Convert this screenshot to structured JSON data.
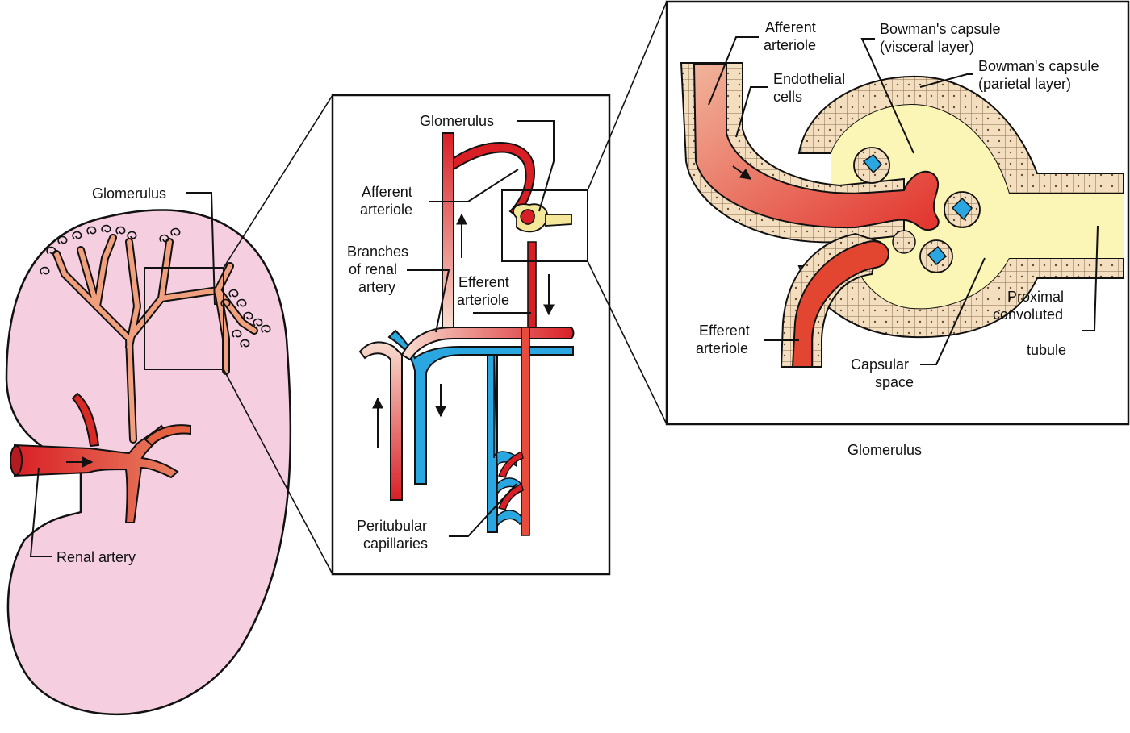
{
  "panel1": {
    "glomerulus": "Glomerulus",
    "renal_artery": "Renal artery"
  },
  "panel2": {
    "glomerulus": "Glomerulus",
    "afferent_1": "Afferent",
    "afferent_2": "arteriole",
    "branches_1": "Branches",
    "branches_2": "of renal",
    "branches_3": "artery",
    "efferent_1": "Efferent",
    "efferent_2": "arteriole",
    "peritubular_1": "Peritubular",
    "peritubular_2": "capillaries"
  },
  "panel3": {
    "afferent_1": "Afferent",
    "afferent_2": "arteriole",
    "endothelial_1": "Endothelial",
    "endothelial_2": "cells",
    "visceral_1": "Bowman's capsule",
    "visceral_2": "(visceral layer)",
    "parietal_1": "Bowman's capsule",
    "parietal_2": "(parietal layer)",
    "efferent_1": "Efferent",
    "efferent_2": "arteriole",
    "capsular_1": "Capsular",
    "capsular_2": "space",
    "pct_1": "Proximal",
    "pct_2": "convoluted",
    "pct_3": "tubule"
  },
  "caption": "Glomerulus",
  "colors": {
    "kidney": "#f5cfe0",
    "artery_red": "#d91f26",
    "artery_light": "#f3b9a3",
    "vein_blue": "#2aa6e0",
    "capsule_cream": "#f3dfc0",
    "capsular_yellow": "#fbf5b6"
  }
}
